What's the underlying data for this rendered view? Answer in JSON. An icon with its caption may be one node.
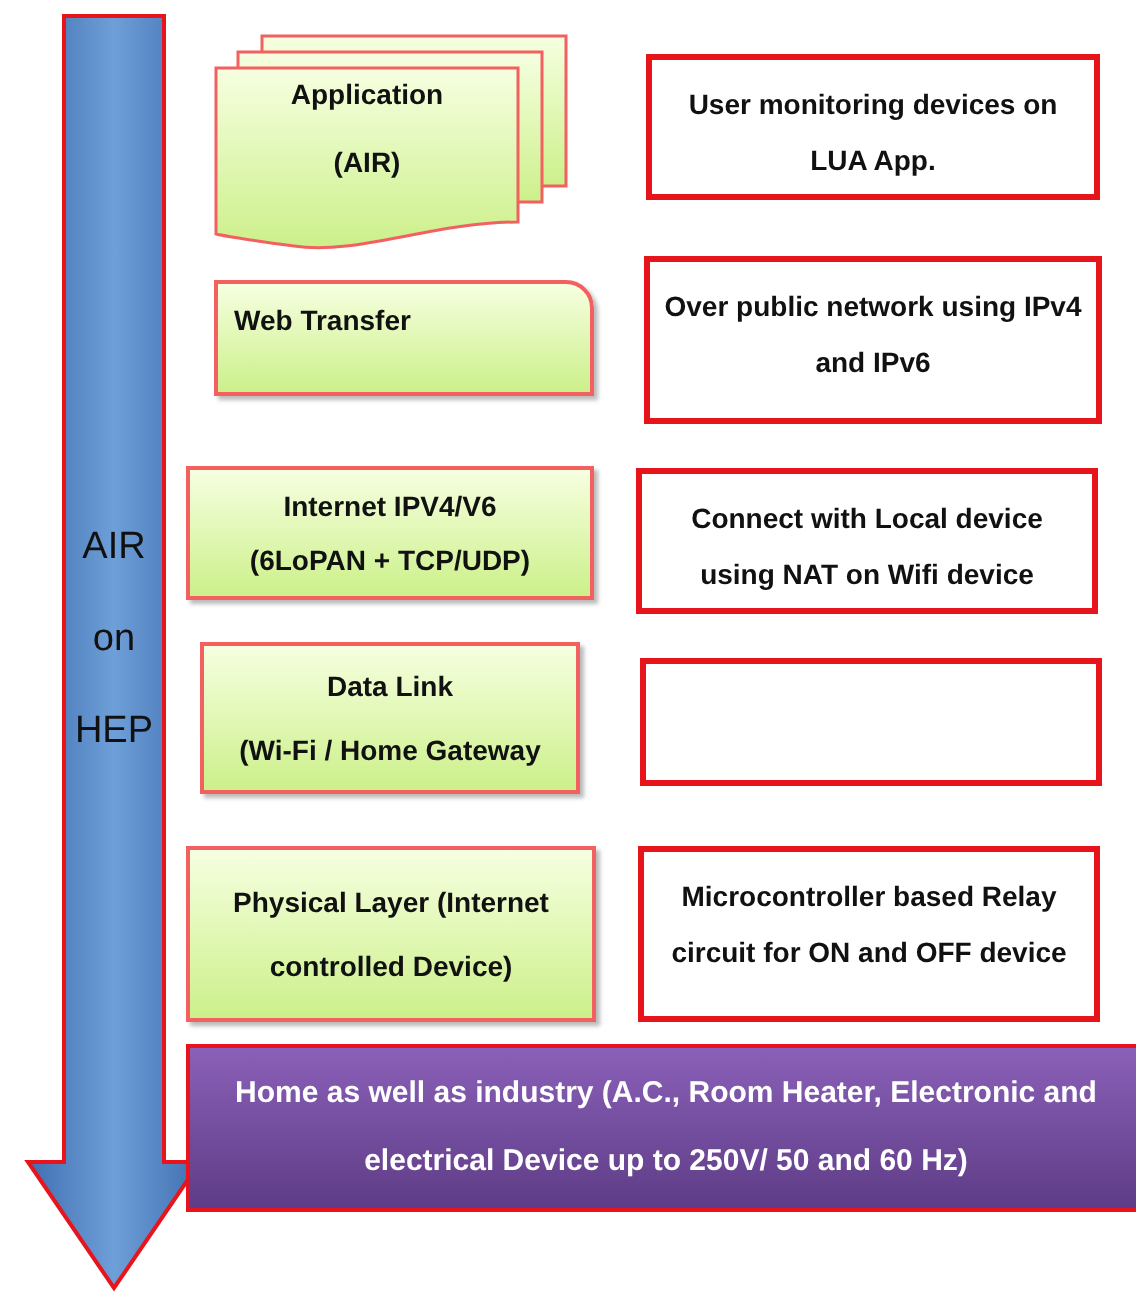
{
  "diagram": {
    "nodes": [
      {
        "text": [
          "AIR on HEP"
        ]
      },
      {
        "text": [
          "Application",
          "(AIR)"
        ]
      },
      {
        "text": [
          "User monitoring devices on LUA App."
        ]
      },
      {
        "text": [
          "Web Transfer"
        ]
      },
      {
        "text": [
          "Over public network using IPv4 and IPv6"
        ]
      },
      {
        "text": [
          "Internet IPV4/V6",
          "(6LoPAN + TCP/UDP)"
        ]
      },
      {
        "text": [
          "Connect with Local device using NAT on Wifi device"
        ]
      },
      {
        "text": [
          "Data Link",
          "(Wi-Fi / Home Gateway"
        ]
      },
      {
        "text": [],
        "shape": "box"
      },
      {
        "text": [
          "Physical Layer (Internet controlled Device)"
        ]
      },
      {
        "text": [
          "Microcontroller based Relay circuit for ON and OFF device"
        ]
      },
      {
        "text": [
          "Home as well as industry (A.C., Room Heater, Electronic and electrical Device up to 250V/ 50 and 60 Hz)"
        ]
      }
    ]
  }
}
